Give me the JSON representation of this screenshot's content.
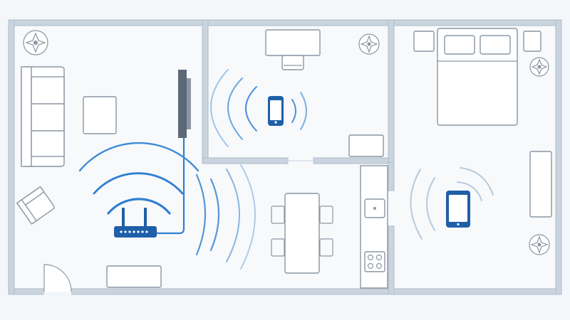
{
  "diagram": {
    "kind": "floor-plan-wifi-coverage",
    "colors": {
      "background": "#f4f7fa",
      "wall": "#c9d4de",
      "furniture_stroke": "#8a96a2",
      "signal_strong": "#2f7fd0",
      "signal_medium": "#7fb0e0",
      "signal_weak": "#b8cbdc",
      "device": "#1f5fa8"
    },
    "rooms": [
      "living-room",
      "office",
      "bedroom",
      "kitchen"
    ],
    "devices": [
      {
        "name": "router",
        "icon": "router-icon",
        "room": "living-room"
      },
      {
        "name": "smartphone",
        "icon": "smartphone-icon",
        "room": "office"
      },
      {
        "name": "tablet",
        "icon": "tablet-icon",
        "room": "bedroom"
      },
      {
        "name": "tv",
        "icon": "tv-icon",
        "room": "living-room"
      }
    ],
    "signals": {
      "router_rings": 3,
      "router_side_arcs": 3,
      "office_arcs": 3,
      "bedroom_arcs": 2
    }
  }
}
